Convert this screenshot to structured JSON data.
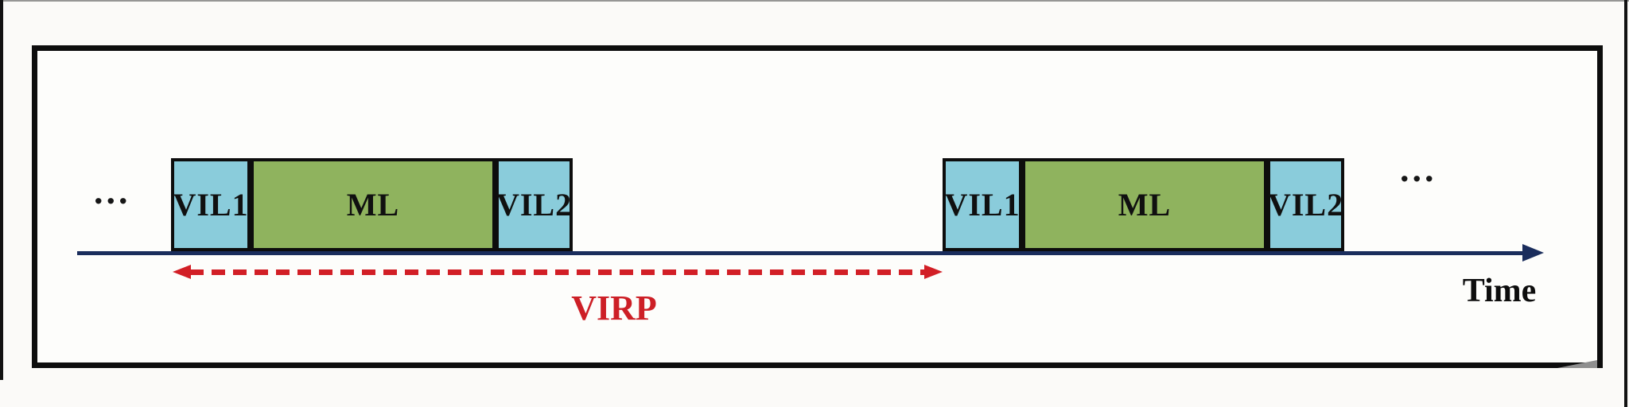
{
  "figure": {
    "description": "timeline-frame-structure-diagram",
    "frames": [
      {
        "name": "frame-1",
        "blocks": [
          {
            "label": "VIL1"
          },
          {
            "label": "ML"
          },
          {
            "label": "VIL2"
          }
        ]
      },
      {
        "name": "frame-2",
        "blocks": [
          {
            "label": "VIL1"
          },
          {
            "label": "ML"
          },
          {
            "label": "VIL2"
          }
        ]
      }
    ],
    "virp_label": "VIRP",
    "time_label": "Time",
    "ellipsis_left": "...",
    "ellipsis_right": "...",
    "colors": {
      "vil_block": "#8accdb",
      "ml_block": "#8fb35e",
      "axis": "#1a2d5c",
      "virp_red": "#d21f26",
      "border_black": "#0d0d0d",
      "background": "#fdfdfb"
    }
  }
}
